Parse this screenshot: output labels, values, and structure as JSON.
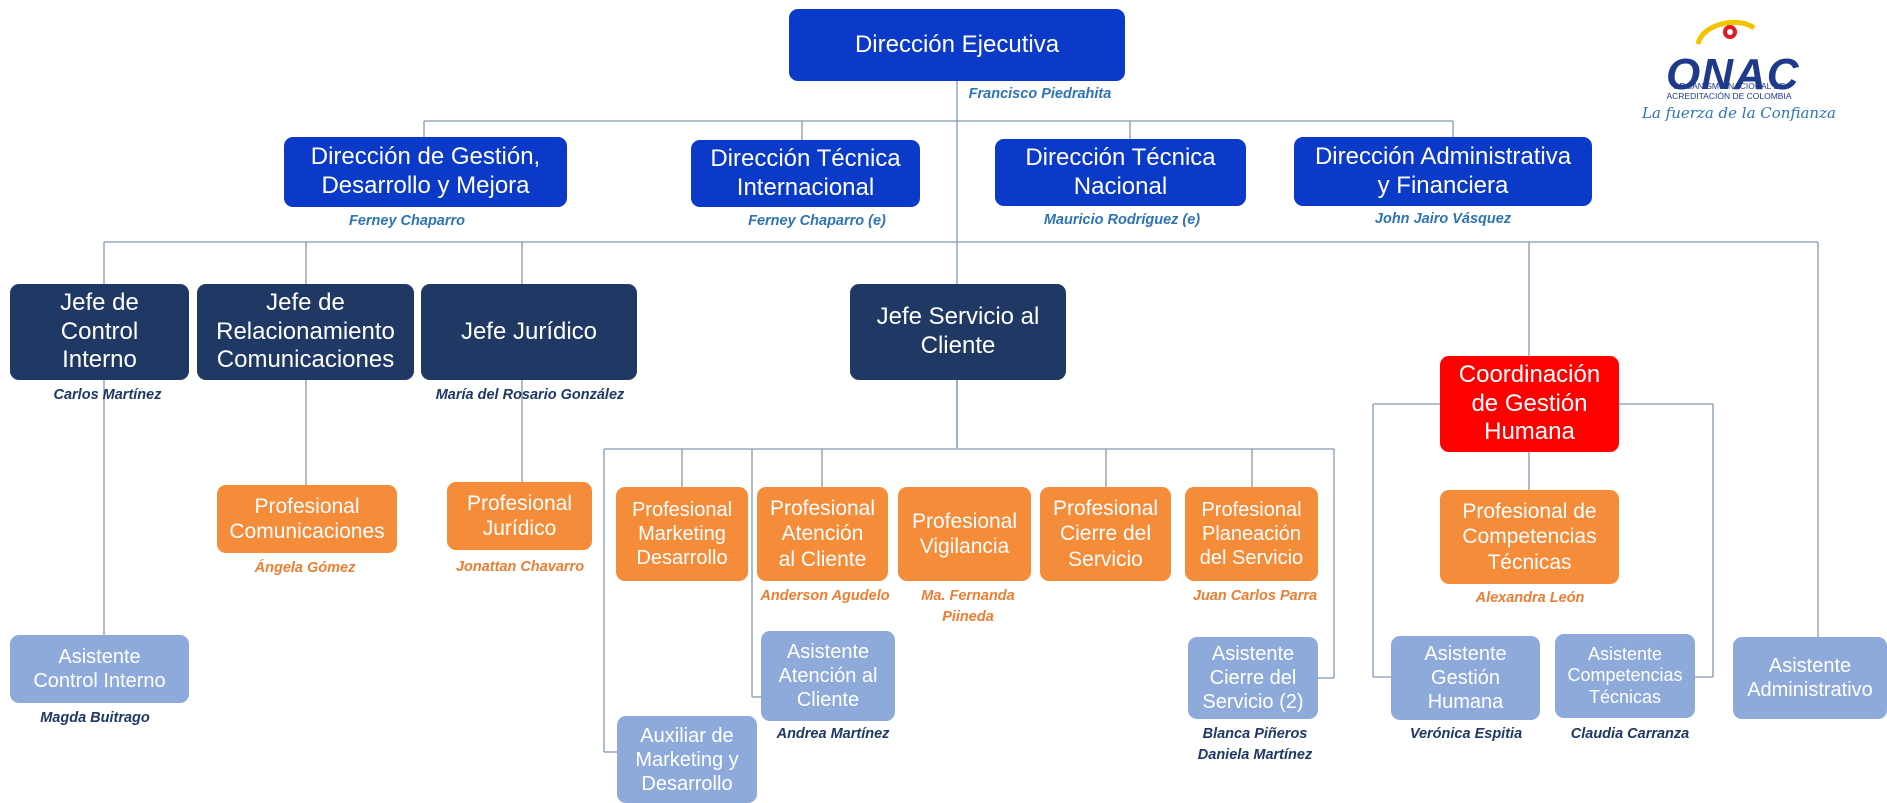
{
  "colors": {
    "direccion": "#0b39c8",
    "jefe": "#1f3864",
    "profesional": "#f48c3a",
    "asistente": "#8eaadb",
    "coordinacion": "#ff0000",
    "connector": "#8497b0"
  },
  "logo": {
    "brand": "ONAC",
    "subtitle": "ORGANISMO NACIONAL DE ACREDITACIÓN DE COLOMBIA",
    "tagline": "La fuerza de la Confianza"
  },
  "direccion_ejecutiva": {
    "title": "Dirección Ejecutiva",
    "person": "Francisco Piedrahita"
  },
  "direcciones": [
    {
      "title": "Dirección de Gestión,\nDesarrollo y Mejora",
      "person": "Ferney Chaparro"
    },
    {
      "title": "Dirección Técnica\nInternacional",
      "person": "Ferney Chaparro (e)"
    },
    {
      "title": "Dirección Técnica\nNacional",
      "person": "Mauricio Rodríguez (e)"
    },
    {
      "title": "Dirección Administrativa\ny Financiera",
      "person": "John Jairo Vásquez"
    }
  ],
  "jefes": [
    {
      "title": "Jefe de\nControl\nInterno",
      "person": "Carlos Martínez"
    },
    {
      "title": "Jefe de\nRelacionamiento\nComunicaciones",
      "person": ""
    },
    {
      "title": "Jefe Jurídico",
      "person": "María del Rosario González"
    },
    {
      "title": "Jefe Servicio al\nCliente",
      "person": ""
    }
  ],
  "coordinacion": {
    "title": "Coordinación\nde Gestión\nHumana"
  },
  "profesionales": [
    {
      "title": "Profesional\nComunicaciones",
      "person": "Ángela Gómez"
    },
    {
      "title": "Profesional\nJurídico",
      "person": "Jonattan Chavarro"
    },
    {
      "title": "Profesional\nMarketing\nDesarrollo",
      "person": ""
    },
    {
      "title": "Profesional\nAtención\nal Cliente",
      "person": "Anderson Agudelo"
    },
    {
      "title": "Profesional\nVigilancia",
      "person": "Ma. Fernanda\nPiineda"
    },
    {
      "title": "Profesional\nCierre del\nServicio",
      "person": ""
    },
    {
      "title": "Profesional\nPlaneación\ndel Servicio",
      "person": "Juan Carlos Parra"
    },
    {
      "title": "Profesional de\nCompetencias\nTécnicas",
      "person": "Alexandra León"
    }
  ],
  "asistentes": [
    {
      "title": "Asistente\nControl Interno",
      "person": "Magda Buitrago"
    },
    {
      "title": "Asistente\nAtención al\nCliente",
      "person": "Andrea Martínez"
    },
    {
      "title": "Auxiliar de\nMarketing y\nDesarrollo",
      "person": ""
    },
    {
      "title": "Asistente\nCierre del\nServicio (2)",
      "person": "Blanca Piñeros\nDaniela Martínez"
    },
    {
      "title": "Asistente\nGestión\nHumana",
      "person": "Verónica Espitia"
    },
    {
      "title": "Asistente\nCompetencias\nTécnicas",
      "person": "Claudia Carranza"
    },
    {
      "title": "Asistente\nAdministrativo",
      "person": ""
    }
  ]
}
